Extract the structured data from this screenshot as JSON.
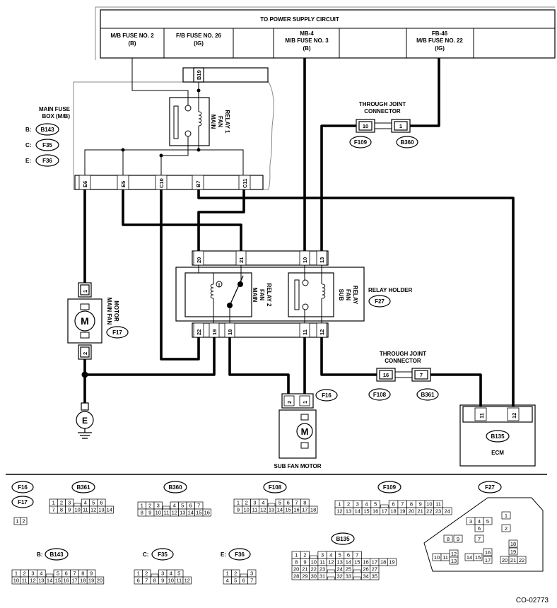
{
  "power_supply": {
    "title": "TO POWER SUPPLY CIRCUIT",
    "fuses": [
      {
        "name": "M/B FUSE NO. 2",
        "sub": "(B)"
      },
      {
        "name": "F/B FUSE NO. 26",
        "sub": "(IG)"
      },
      {
        "name": "MB-4",
        "name2": "M/B FUSE NO. 3",
        "sub": "(B)"
      },
      {
        "name": "FB-46",
        "name2": "M/B FUSE NO. 22",
        "sub": "(IG)"
      }
    ]
  },
  "main_fuse_box": {
    "label1": "MAIN FUSE",
    "label2": "BOX (M/B)",
    "connectors": [
      {
        "prefix": "B:",
        "code": "B143"
      },
      {
        "prefix": "C:",
        "code": "F35"
      },
      {
        "prefix": "E:",
        "code": "F36"
      }
    ],
    "top_pin": "B19",
    "relay1": [
      "MAIN",
      "FAN",
      "RELAY 1"
    ],
    "pins": [
      "E6",
      "E5",
      "C10",
      "B7",
      "C11"
    ]
  },
  "through_joint_top": {
    "label1": "THROUGH JOINT",
    "label2": "CONNECTOR",
    "pins": [
      "10",
      "1"
    ],
    "codes": [
      "F109",
      "B360"
    ]
  },
  "through_joint_bottom": {
    "label1": "THROUGH JOINT",
    "label2": "CONNECTOR",
    "pins": [
      "16",
      "7"
    ],
    "codes": [
      "F108",
      "B361"
    ]
  },
  "relay_holder": {
    "label": "RELAY HOLDER",
    "code": "F27",
    "top_pins": [
      "20",
      "21",
      "10",
      "13"
    ],
    "bottom_pins": [
      "22",
      "19",
      "18",
      "11",
      "12"
    ],
    "relay2": [
      "MAIN",
      "FAN",
      "RELAY 2"
    ],
    "sub_relay": [
      "SUB",
      "FAN",
      "RELAY"
    ]
  },
  "main_fan_motor": {
    "label": [
      "MAIN FAN",
      "MOTOR"
    ],
    "code": "F17",
    "pins": [
      "1",
      "2"
    ],
    "symbol": "M"
  },
  "ground": {
    "label": "E"
  },
  "sub_fan_motor": {
    "label": "SUB FAN MOTOR",
    "code": "F16",
    "pins": [
      "2",
      "1"
    ],
    "symbol": "M"
  },
  "ecm": {
    "label": "ECM",
    "code": "B135",
    "pins": [
      "11",
      "12"
    ]
  },
  "legend": {
    "f16": "F16",
    "f17": "F17",
    "b361": "B361",
    "b360": "B360",
    "f108": "F108",
    "f109": "F109",
    "f27": "F27",
    "b143_prefix": "B:",
    "b143": "B143",
    "f35_prefix": "C:",
    "f35": "F35",
    "f36_prefix": "E:",
    "f36": "F36",
    "b135": "B135",
    "f16_pins": [
      "1",
      "2"
    ],
    "b361_rows": [
      [
        "1",
        "2",
        "3",
        "",
        "4",
        "5",
        "6"
      ],
      [
        "7",
        "8",
        "9",
        "10",
        "11",
        "12",
        "13",
        "14"
      ]
    ],
    "b360_rows": [
      [
        "1",
        "2",
        "3",
        "",
        "4",
        "5",
        "6",
        "7"
      ],
      [
        "8",
        "9",
        "10",
        "11",
        "12",
        "13",
        "14",
        "15",
        "16"
      ]
    ],
    "f108_rows": [
      [
        "1",
        "2",
        "3",
        "4",
        "",
        "5",
        "6",
        "7",
        "8"
      ],
      [
        "9",
        "10",
        "11",
        "12",
        "13",
        "14",
        "15",
        "16",
        "17",
        "18"
      ]
    ],
    "f109_rows": [
      [
        "1",
        "2",
        "3",
        "4",
        "5",
        "",
        "6",
        "7",
        "8",
        "9",
        "10",
        "11"
      ],
      [
        "12",
        "13",
        "14",
        "15",
        "16",
        "17",
        "18",
        "19",
        "20",
        "21",
        "22",
        "23",
        "24"
      ]
    ],
    "b143_rows": [
      [
        "1",
        "2",
        "3",
        "4",
        "",
        "5",
        "6",
        "7",
        "8",
        "9"
      ],
      [
        "10",
        "11",
        "12",
        "13",
        "14",
        "15",
        "16",
        "17",
        "18",
        "19",
        "20"
      ]
    ],
    "f35_rows": [
      [
        "1",
        "2",
        "",
        "3",
        "4",
        "5"
      ],
      [
        "6",
        "7",
        "8",
        "9",
        "10",
        "11",
        "12"
      ]
    ],
    "f36_rows": [
      [
        "1",
        "2",
        "",
        "3"
      ],
      [
        "4",
        "5",
        "6",
        "7"
      ]
    ],
    "b135_rows": [
      [
        "1",
        "2",
        "",
        "3",
        "4",
        "5",
        "6",
        "7"
      ],
      [
        "8",
        "9",
        "10",
        "11",
        "12",
        "13",
        "14",
        "15",
        "16",
        "17",
        "18",
        "19"
      ],
      [
        "20",
        "21",
        "22",
        "23",
        "",
        "24",
        "25",
        "",
        "26",
        "27"
      ],
      [
        "28",
        "29",
        "30",
        "31",
        "",
        "32",
        "33",
        "",
        "34",
        "35"
      ]
    ],
    "f27_pins": [
      "1",
      "2",
      "3",
      "4",
      "5",
      "6",
      "7",
      "8",
      "9",
      "10",
      "11",
      "12",
      "13",
      "14",
      "15",
      "16",
      "17",
      "18",
      "19",
      "20",
      "21",
      "22"
    ]
  },
  "figure_id": "CO-02773"
}
